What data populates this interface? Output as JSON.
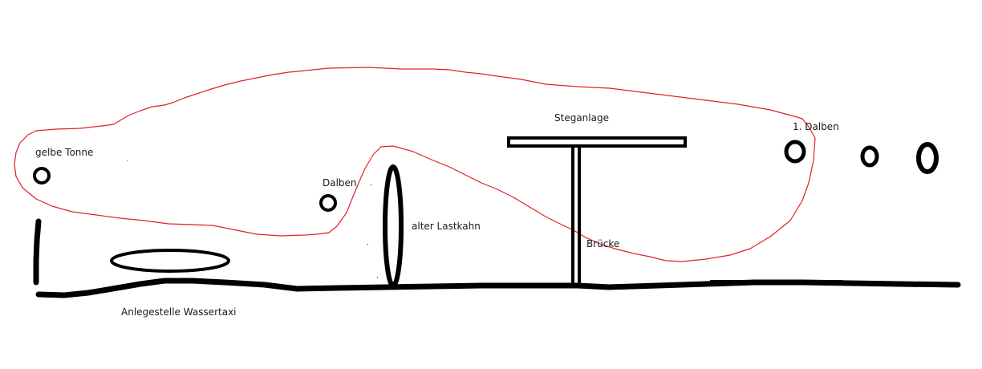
{
  "diagram": {
    "type": "hand-drawn harbor sketch",
    "colors": {
      "outline": "#e0202a",
      "ink": "#000000",
      "text": "#1a1a1a",
      "background": "#ffffff"
    },
    "labels": {
      "gelbe_tonne": "gelbe Tonne",
      "dalben": "Dalben",
      "alter_lastkahn": "alter Lastkahn",
      "steganlage": "Steganlage",
      "bruecke": "Brücke",
      "erster_dalben": "1. Dalben",
      "anlegestelle": "Anlegestelle Wassertaxi"
    },
    "elements": [
      {
        "id": "gelbe-tonne",
        "shape": "circle",
        "label": "gelbe Tonne"
      },
      {
        "id": "dalben",
        "shape": "circle",
        "label": "Dalben"
      },
      {
        "id": "alter-lastkahn",
        "shape": "vertical ellipse",
        "label": "alter Lastkahn"
      },
      {
        "id": "steganlage",
        "shape": "T-shaped pier",
        "label": "Steganlage"
      },
      {
        "id": "bruecke",
        "shape": "double line",
        "label": "Brücke"
      },
      {
        "id": "dalben-1",
        "shape": "circle",
        "label": "1. Dalben"
      },
      {
        "id": "dalben-2",
        "shape": "small oval",
        "label": ""
      },
      {
        "id": "dalben-3",
        "shape": "oval",
        "label": ""
      },
      {
        "id": "wassertaxi-anleger",
        "shape": "horizontal ellipse",
        "label": "Anlegestelle Wassertaxi"
      },
      {
        "id": "shoreline",
        "shape": "thick line",
        "label": ""
      },
      {
        "id": "zone-outline",
        "shape": "red freehand loop",
        "label": ""
      }
    ]
  }
}
